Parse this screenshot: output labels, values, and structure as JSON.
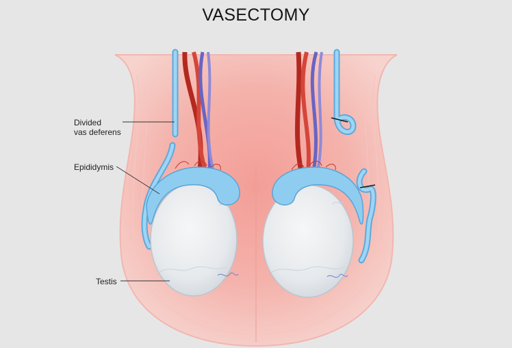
{
  "diagram": {
    "title": "VASECTOMY",
    "labels": {
      "vas_deferens_line1": "Divided",
      "vas_deferens_line2": "vas deferens",
      "epididymis": "Epididymis",
      "testis": "Testis"
    },
    "colors": {
      "background": "#e6e6e6",
      "scrotum_outer": "#f6c9c4",
      "scrotum_inner": "#f0a8a0",
      "vas_deferens": "#8ecbee",
      "epididymis": "#8fcdf0",
      "testis": "#e9ecee",
      "artery": "#c8362c",
      "vein": "#6f6cc8",
      "leader_line": "#333333"
    }
  }
}
